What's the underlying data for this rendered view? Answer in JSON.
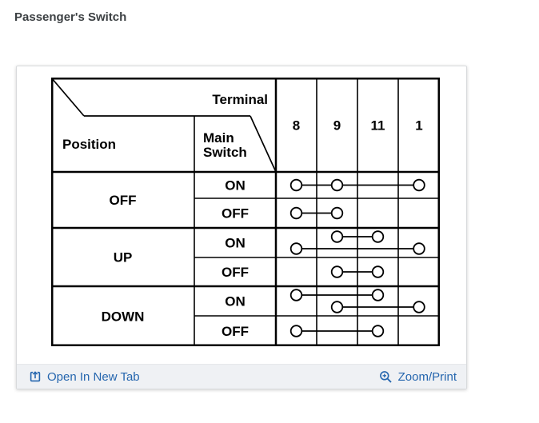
{
  "page_title": "Passenger's Switch",
  "colors": {
    "link_blue": "#2566ae",
    "table_line": "#000000"
  },
  "table": {
    "corner": {
      "terminal_label": "Terminal",
      "position_label": "Position",
      "main_switch_lines": [
        "Main",
        "Switch"
      ]
    },
    "terminals": [
      "8",
      "9",
      "11",
      "1"
    ],
    "rows": [
      {
        "position": "OFF",
        "sub": [
          {
            "main": "ON",
            "connections": [
              {
                "terminals": [
                  "8",
                  "9",
                  "1"
                ]
              }
            ]
          },
          {
            "main": "OFF",
            "connections": [
              {
                "terminals": [
                  "8",
                  "9"
                ]
              }
            ]
          }
        ]
      },
      {
        "position": "UP",
        "sub": [
          {
            "main": "ON",
            "connections": [
              {
                "terminals": [
                  "9",
                  "11"
                ]
              },
              {
                "terminals": [
                  "8",
                  "1"
                ]
              }
            ]
          },
          {
            "main": "OFF",
            "connections": [
              {
                "terminals": [
                  "9",
                  "11"
                ]
              }
            ]
          }
        ]
      },
      {
        "position": "DOWN",
        "sub": [
          {
            "main": "ON",
            "connections": [
              {
                "terminals": [
                  "8",
                  "11"
                ]
              },
              {
                "terminals": [
                  "9",
                  "1"
                ]
              }
            ]
          },
          {
            "main": "OFF",
            "connections": [
              {
                "terminals": [
                  "8",
                  "11"
                ]
              }
            ]
          }
        ]
      }
    ]
  },
  "footer": {
    "open_label": "Open In New Tab",
    "zoom_label": "Zoom/Print"
  }
}
